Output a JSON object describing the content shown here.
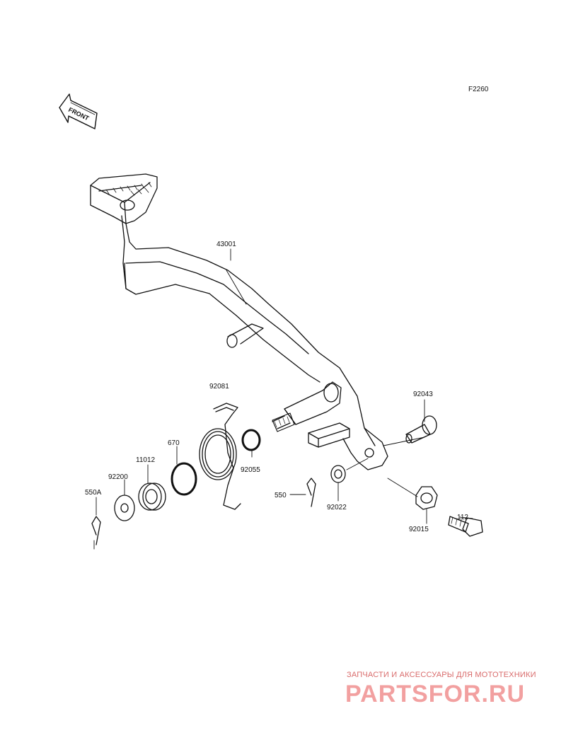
{
  "figure_code": "F2260",
  "front_indicator": "FRONT",
  "part_labels": {
    "p43001": "43001",
    "p92081": "92081",
    "p92043": "92043",
    "p670": "670",
    "p11012": "11012",
    "p92200": "92200",
    "p550A": "550A",
    "p92055": "92055",
    "p550": "550",
    "p92022": "92022",
    "p112": "112",
    "p92015": "92015"
  },
  "watermark": {
    "tagline": "ЗАПЧАСТИ И АКСЕССУАРЫ ДЛЯ МОТОТЕХНИКИ",
    "logo": "PARTSFOR.RU"
  },
  "colors": {
    "line": "#111111",
    "watermark": "#f2a0a0"
  }
}
